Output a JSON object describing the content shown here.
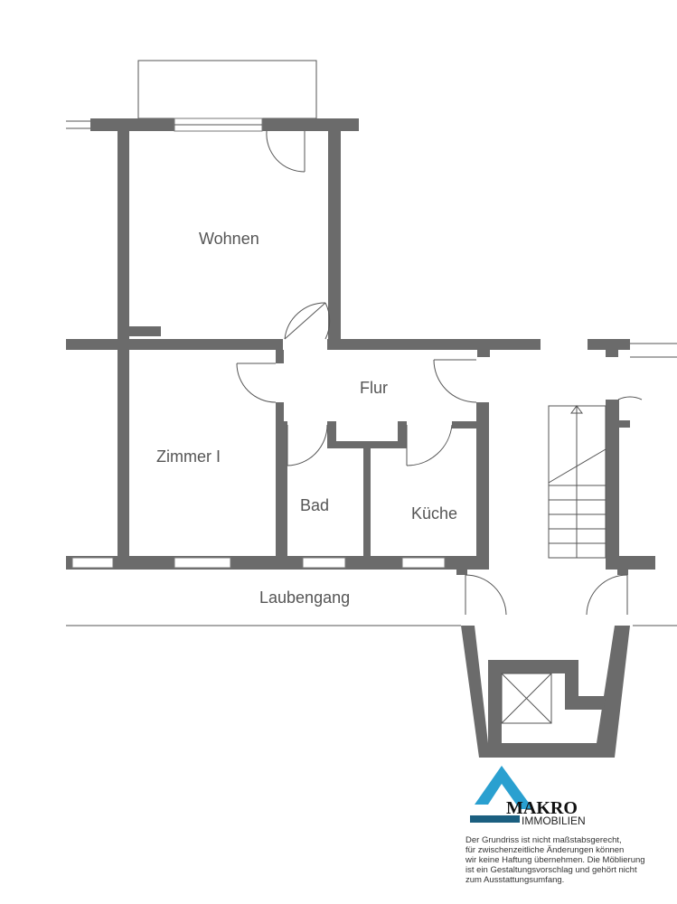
{
  "rooms": {
    "wohnen": "Wohnen",
    "flur": "Flur",
    "zimmer": "Zimmer I",
    "bad": "Bad",
    "kueche": "Küche",
    "laubengang": "Laubengang"
  },
  "logo": {
    "name": "MAKRO",
    "sub": "IMMOBILIEN",
    "color": "#2aa0d0"
  },
  "disclaimer": [
    "Der Grundriss ist nicht maßstabsgerecht,",
    "für zwischenzeitliche Änderungen können",
    "wir keine Haftung übernehmen. Die Möblierung",
    "ist ein Gestaltungsvorschlag und gehört nicht",
    "zum Ausstattungsumfang."
  ]
}
